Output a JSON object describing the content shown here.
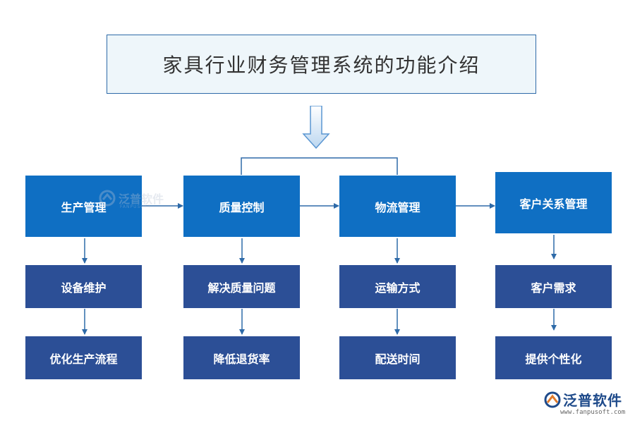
{
  "title": "家具行业财务管理系统的功能介绍",
  "columns": [
    {
      "head": "生产管理",
      "items": [
        "设备维护",
        "优化生产流程"
      ]
    },
    {
      "head": "质量控制",
      "items": [
        "解决质量问题",
        "降低退货率"
      ]
    },
    {
      "head": "物流管理",
      "items": [
        "运输方式",
        "配送时间"
      ]
    },
    {
      "head": "客户关系管理",
      "items": [
        "客户需求",
        "提供个性化"
      ]
    }
  ],
  "watermark": {
    "name": "泛普软件",
    "sub": "FANPUSOFT"
  },
  "brand": {
    "name": "泛普软件",
    "url": "www.fanpusoft.com",
    "icon": "fanpu-logo-icon"
  },
  "colors": {
    "primary": "#0f6fc3",
    "secondary": "#2c4f96",
    "connector": "#2e6aa8",
    "title_bg": "#eef6fa"
  }
}
